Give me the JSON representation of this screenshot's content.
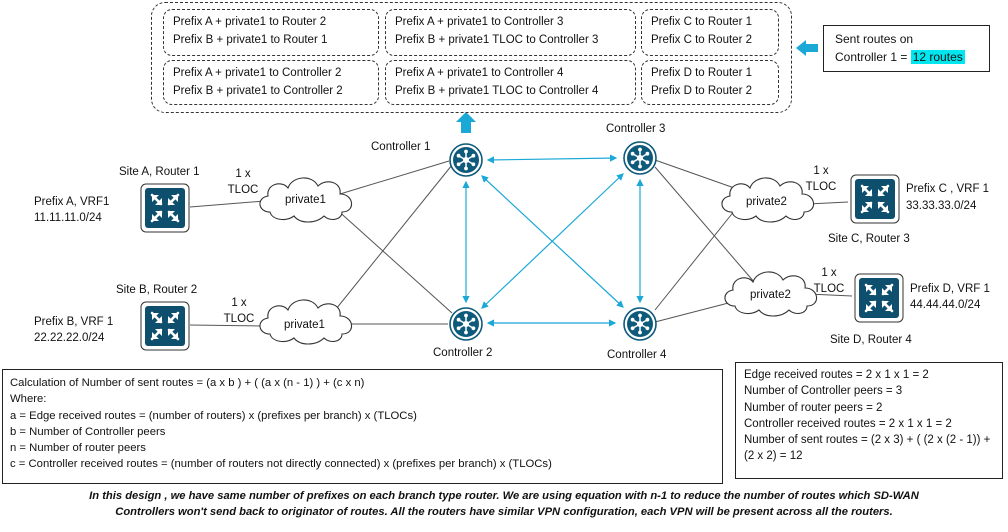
{
  "route_boxes": [
    [
      "Prefix A + private1 to Router  2",
      "Prefix B + private1 to Router  1"
    ],
    [
      "Prefix A + private1 to Controller 3",
      "Prefix B + private1 TLOC  to Controller 3"
    ],
    [
      "Prefix C  to Router 1",
      "Prefix C  to Router 2"
    ],
    [
      "Prefix A + private1 to Controller 2",
      "Prefix B + private1  to Controller 2"
    ],
    [
      "Prefix A + private1 to Controller 4",
      "Prefix B + private1 TLOC  to Controller 4"
    ],
    [
      "Prefix D  to Router 1",
      "Prefix D  to Router 2"
    ]
  ],
  "sent_routes": {
    "line1": "Sent routes on",
    "line2": "Controller 1 = ",
    "highlight": "12 routes"
  },
  "controllers": {
    "c1": "Controller 1",
    "c2": "Controller 2",
    "c3": "Controller 3",
    "c4": "Controller 4"
  },
  "clouds": {
    "a": "private1",
    "b": "private1",
    "c": "private2",
    "d": "private2"
  },
  "sites": {
    "a": {
      "site": "Site A, Router 1",
      "prefix": "Prefix A, VRF1",
      "subnet": "11.11.11.0/24",
      "tloc1": "1 x",
      "tloc2": "TLOC"
    },
    "b": {
      "site": "Site B, Router  2",
      "prefix": "Prefix B, VRF 1",
      "subnet": "22.22.22.0/24",
      "tloc1": "1 x",
      "tloc2": "TLOC"
    },
    "c": {
      "site": "Site C, Router 3",
      "prefix": "Prefix C , VRF 1",
      "subnet": "33.33.33.0/24",
      "tloc1": "1 x",
      "tloc2": "TLOC"
    },
    "d": {
      "site": "Site D, Router  4",
      "prefix": "Prefix D, VRF 1",
      "subnet": "44.44.44.0/24",
      "tloc1": "1 x",
      "tloc2": "TLOC"
    }
  },
  "calculation": [
    "Calculation of Number of sent routes = (a x b ) + ( (a x (n - 1) ) + (c x n)",
    "Where:",
    "a = Edge received routes = (number of routers) x (prefixes per branch) x (TLOCs)",
    "b = Number of Controller peers",
    "n = Number of router peers",
    "c = Controller received routes = (number of routers not directly connected)  x (prefixes per branch) x (TLOCs)"
  ],
  "example": [
    "Edge received routes =  2 x 1 x 1 = 2",
    "Number of Controller peers = 3",
    "Number of router peers = 2",
    "Controller  received routes = 2 x 1 x 1 = 2",
    "Number of sent routes = (2 x 3) + ( (2 x (2 - 1)) + (2 x 2) = 12"
  ],
  "note": [
    "In this design , we have same number of prefixes on each branch type router. We are using equation with n-1 to reduce the number of routes which SD-WAN",
    "Controllers won't  send back to originator of routes.  All the routers have similar VPN configuration, each VPN will be present across all the routers."
  ],
  "colors": {
    "accent": "#1aa8d6",
    "node_fill": "#0e5a7a",
    "router_fill": "#0f4f6e",
    "line": "#555555",
    "highlight": "#00e5ee"
  },
  "icons": {
    "controller": "hub-icon",
    "router": "router-arrows-icon",
    "cloud": "cloud-icon",
    "arrow": "arrow-icon"
  }
}
